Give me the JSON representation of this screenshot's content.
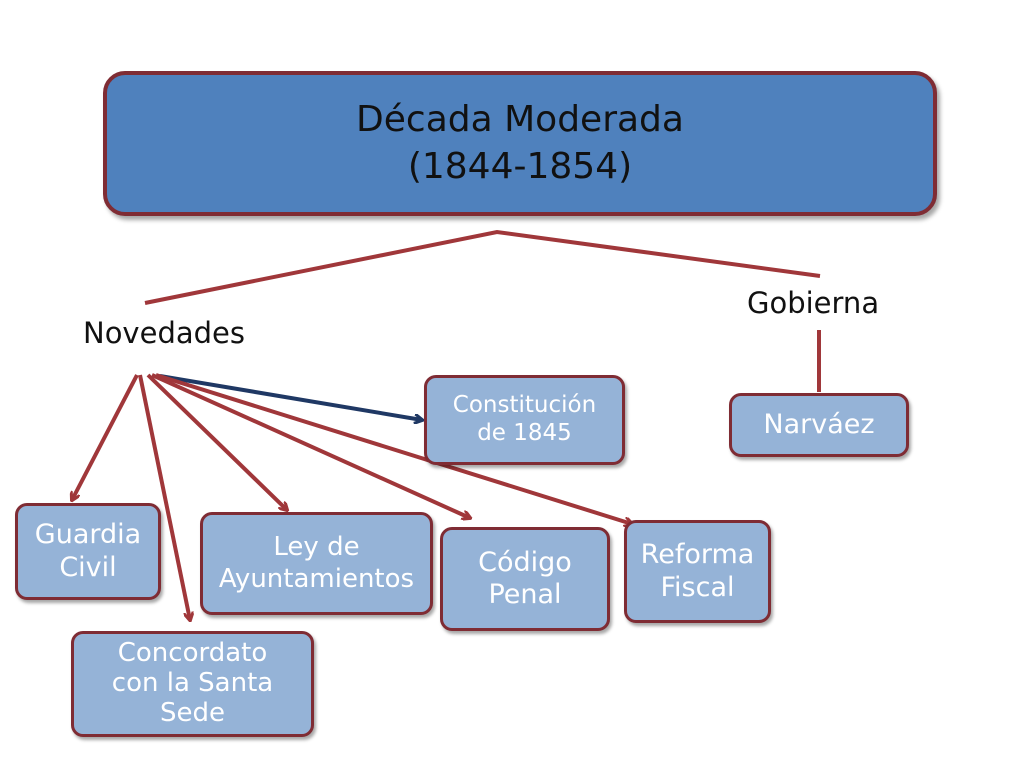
{
  "title": "Década Moderada\n(1844-1854)",
  "labels": {
    "novedades": "Novedades",
    "gobierna": "Gobierna"
  },
  "boxes": {
    "constitucion": "Constitución\nde 1845",
    "narvaez": "Narváez",
    "guardia_civil": "Guardia\nCivil",
    "ley_ayuntamientos": "Ley de\nAyuntamientos",
    "codigo_penal": "Código\nPenal",
    "reforma_fiscal": "Reforma\nFiscal",
    "concordato": "Concordato\ncon la Santa\nSede"
  },
  "colors": {
    "title_fill": "#4f81bd",
    "box_fill": "#95b3d7",
    "border": "#7f2c34",
    "line_red": "#a0373a",
    "arrow_blue": "#1f3864"
  }
}
